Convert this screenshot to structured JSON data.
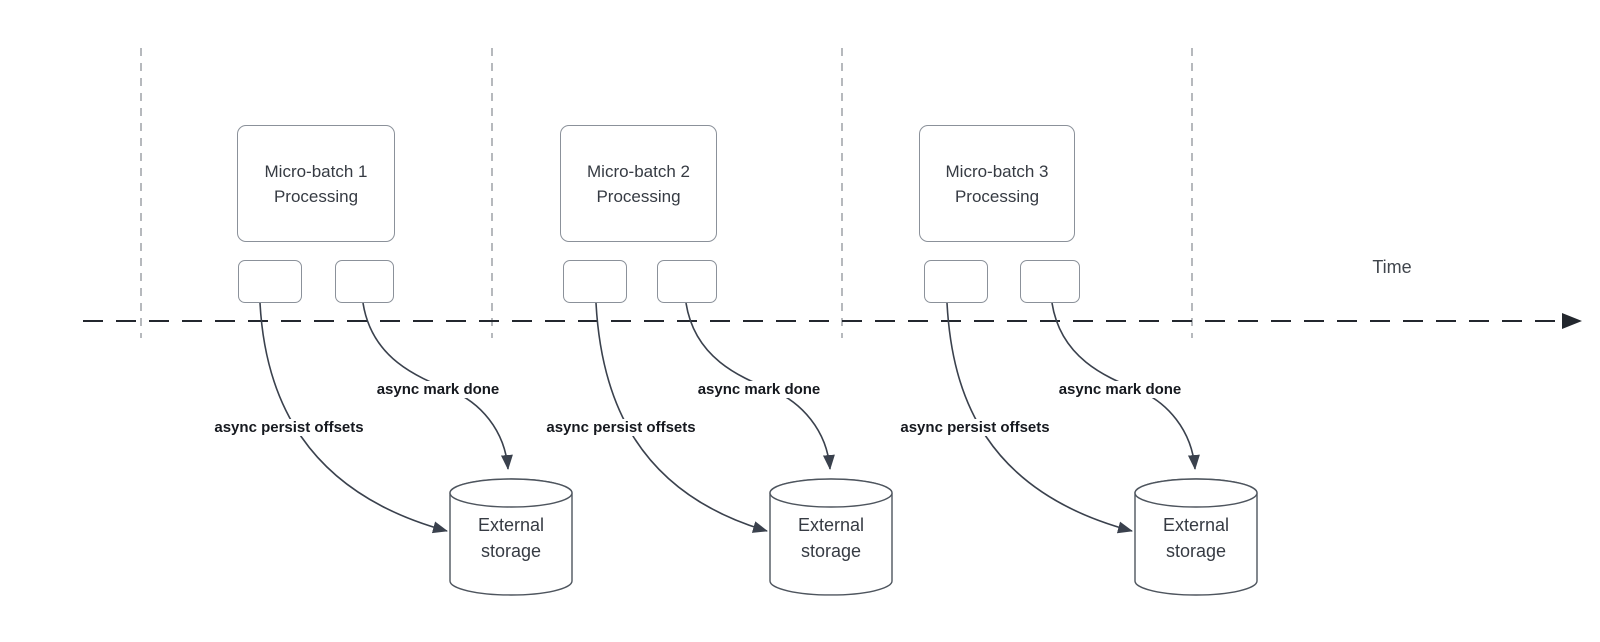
{
  "diagram": {
    "time_axis_label": "Time",
    "batches": [
      {
        "processing_label_line1": "Micro-batch 1",
        "processing_label_line2": "Processing",
        "persist_label": "async persist offsets",
        "mark_done_label": "async mark done",
        "storage_label_line1": "External",
        "storage_label_line2": "storage"
      },
      {
        "processing_label_line1": "Micro-batch 2",
        "processing_label_line2": "Processing",
        "persist_label": "async persist offsets",
        "mark_done_label": "async mark done",
        "storage_label_line1": "External",
        "storage_label_line2": "storage"
      },
      {
        "processing_label_line1": "Micro-batch 3",
        "processing_label_line2": "Processing",
        "persist_label": "async persist offsets",
        "mark_done_label": "async mark done",
        "storage_label_line1": "External",
        "storage_label_line2": "storage"
      }
    ],
    "colors": {
      "curve": "#3a414d",
      "timeline": "#23272e",
      "guide": "#b6b9bd",
      "cylinder_border": "#4e555e",
      "box_border": "#8b919a"
    }
  }
}
